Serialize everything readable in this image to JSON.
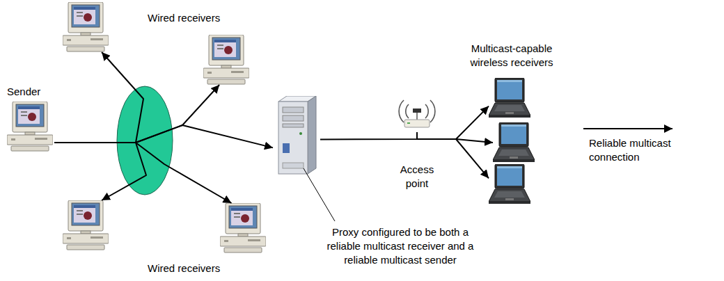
{
  "diagram": {
    "nodes": [
      {
        "text": [
          "Sender"
        ]
      },
      {
        "text": [
          "Wired receivers"
        ]
      },
      {
        "text": [
          "Wired receivers"
        ]
      },
      {
        "text": [
          "Proxy configured to be both a reliable multicast receiver and a reliable multicast sender"
        ]
      },
      {
        "text": [
          "Access point"
        ]
      },
      {
        "text": [
          "Multicast-capable wireless receivers"
        ]
      }
    ],
    "edges": [
      {
        "from": 0,
        "to": 1,
        "arrow": "to"
      },
      {
        "from": 0,
        "to": 2,
        "arrow": "to"
      },
      {
        "from": 0,
        "to": 3,
        "arrow": "to"
      },
      {
        "from": 3,
        "to": 4,
        "arrow": "none"
      },
      {
        "from": 4,
        "to": 5,
        "arrow": "to"
      }
    ],
    "legend": [
      {
        "text": "Reliable multicast connection"
      }
    ]
  }
}
